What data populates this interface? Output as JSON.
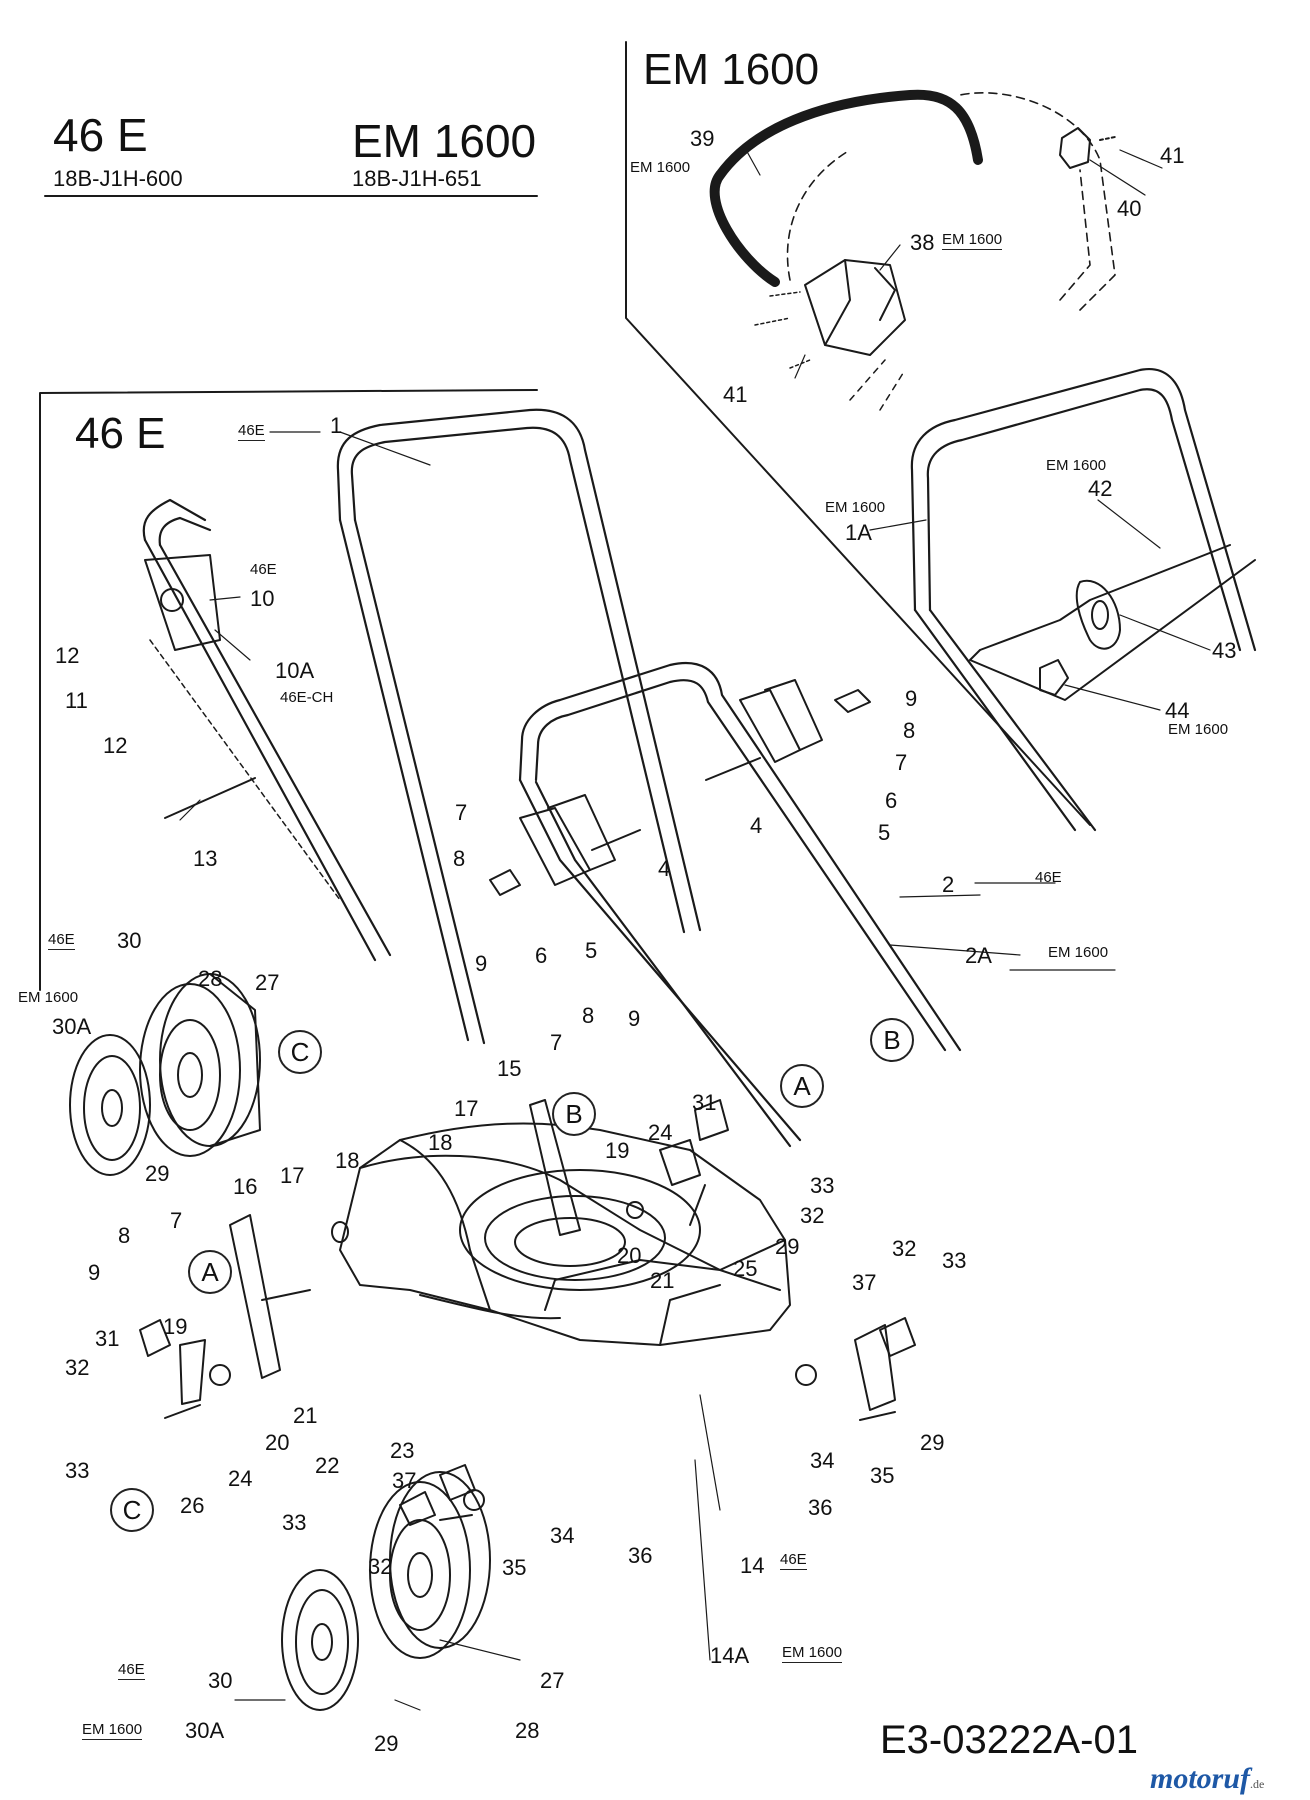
{
  "header": {
    "model_a": "46 E",
    "model_a_code": "18B-J1H-600",
    "model_b": "EM 1600",
    "model_b_code": "18B-J1H-651"
  },
  "inset_em1600": {
    "title": "EM 1600"
  },
  "inset_46e": {
    "title": "46 E"
  },
  "circle_refs": [
    "A",
    "B",
    "C"
  ],
  "drawing_code": "E3-03222A-01",
  "watermark": {
    "name": "motoruf",
    "suffix": ".de",
    "color": "#1e58a6"
  },
  "callouts": [
    {
      "id": "c39",
      "text": "39"
    },
    {
      "id": "c39n",
      "text": "EM 1600"
    },
    {
      "id": "c41a",
      "text": "41"
    },
    {
      "id": "c40",
      "text": "40"
    },
    {
      "id": "c38",
      "text": "38"
    },
    {
      "id": "c38n",
      "text": "EM 1600"
    },
    {
      "id": "c41b",
      "text": "41"
    },
    {
      "id": "c46e1",
      "text": "46E"
    },
    {
      "id": "c1",
      "text": "1"
    },
    {
      "id": "c1an",
      "text": "EM 1600"
    },
    {
      "id": "c1a",
      "text": "1A"
    },
    {
      "id": "c42n",
      "text": "EM 1600"
    },
    {
      "id": "c42",
      "text": "42"
    },
    {
      "id": "c43",
      "text": "43"
    },
    {
      "id": "c44",
      "text": "44"
    },
    {
      "id": "c44n",
      "text": "EM 1600"
    },
    {
      "id": "c46e10",
      "text": "46E"
    },
    {
      "id": "c10",
      "text": "10"
    },
    {
      "id": "c12a",
      "text": "12"
    },
    {
      "id": "c11",
      "text": "11"
    },
    {
      "id": "c10a",
      "text": "10A"
    },
    {
      "id": "c10an",
      "text": "46E-CH"
    },
    {
      "id": "c12b",
      "text": "12"
    },
    {
      "id": "c13",
      "text": "13"
    },
    {
      "id": "c9r",
      "text": "9"
    },
    {
      "id": "c8r",
      "text": "8"
    },
    {
      "id": "c7r",
      "text": "7"
    },
    {
      "id": "c6r",
      "text": "6"
    },
    {
      "id": "c5r",
      "text": "5"
    },
    {
      "id": "c4r",
      "text": "4"
    },
    {
      "id": "c7l",
      "text": "7"
    },
    {
      "id": "c8l",
      "text": "8"
    },
    {
      "id": "c4l",
      "text": "4"
    },
    {
      "id": "c9l",
      "text": "9"
    },
    {
      "id": "c6l",
      "text": "6"
    },
    {
      "id": "c5l",
      "text": "5"
    },
    {
      "id": "c2",
      "text": "2"
    },
    {
      "id": "c2n",
      "text": "46E"
    },
    {
      "id": "c2a",
      "text": "2A"
    },
    {
      "id": "c2an",
      "text": "EM 1600"
    },
    {
      "id": "c30n",
      "text": "46E"
    },
    {
      "id": "c30",
      "text": "30"
    },
    {
      "id": "c30an",
      "text": "EM 1600"
    },
    {
      "id": "c30a",
      "text": "30A"
    },
    {
      "id": "c28",
      "text": "28"
    },
    {
      "id": "c27",
      "text": "27"
    },
    {
      "id": "c29",
      "text": "29"
    },
    {
      "id": "c8m",
      "text": "8"
    },
    {
      "id": "c9m",
      "text": "9"
    },
    {
      "id": "c7m",
      "text": "7"
    },
    {
      "id": "c15",
      "text": "15"
    },
    {
      "id": "c17m",
      "text": "17"
    },
    {
      "id": "c18m",
      "text": "18"
    },
    {
      "id": "c31m",
      "text": "31"
    },
    {
      "id": "c19m",
      "text": "19"
    },
    {
      "id": "c24m",
      "text": "24"
    },
    {
      "id": "c33m",
      "text": "33"
    },
    {
      "id": "c32m",
      "text": "32"
    },
    {
      "id": "c29m",
      "text": "29"
    },
    {
      "id": "c20m",
      "text": "20"
    },
    {
      "id": "c25",
      "text": "25"
    },
    {
      "id": "c21m",
      "text": "21"
    },
    {
      "id": "c18",
      "text": "18"
    },
    {
      "id": "c16",
      "text": "16"
    },
    {
      "id": "c17",
      "text": "17"
    },
    {
      "id": "c8b",
      "text": "8"
    },
    {
      "id": "c7b",
      "text": "7"
    },
    {
      "id": "c9b",
      "text": "9"
    },
    {
      "id": "c19b",
      "text": "19"
    },
    {
      "id": "c31b",
      "text": "31"
    },
    {
      "id": "c32b",
      "text": "32"
    },
    {
      "id": "c21b",
      "text": "21"
    },
    {
      "id": "c20b",
      "text": "20"
    },
    {
      "id": "c24b",
      "text": "24"
    },
    {
      "id": "c33b",
      "text": "33"
    },
    {
      "id": "c26",
      "text": "26"
    },
    {
      "id": "c22",
      "text": "22"
    },
    {
      "id": "c23",
      "text": "23"
    },
    {
      "id": "c32r",
      "text": "32"
    },
    {
      "id": "c33r",
      "text": "33"
    },
    {
      "id": "c37r",
      "text": "37"
    },
    {
      "id": "c29r",
      "text": "29"
    },
    {
      "id": "c34r",
      "text": "34"
    },
    {
      "id": "c35r",
      "text": "35"
    },
    {
      "id": "c36r",
      "text": "36"
    },
    {
      "id": "c36b",
      "text": "36"
    },
    {
      "id": "c14",
      "text": "14"
    },
    {
      "id": "c14n",
      "text": "46E"
    },
    {
      "id": "c14a",
      "text": "14A"
    },
    {
      "id": "c14an",
      "text": "EM 1600"
    },
    {
      "id": "c37b",
      "text": "37"
    },
    {
      "id": "c34b",
      "text": "34"
    },
    {
      "id": "c33c",
      "text": "33"
    },
    {
      "id": "c35b",
      "text": "35"
    },
    {
      "id": "c32c",
      "text": "32"
    },
    {
      "id": "c27b",
      "text": "27"
    },
    {
      "id": "c30bn",
      "text": "46E"
    },
    {
      "id": "c30b",
      "text": "30"
    },
    {
      "id": "c30abn",
      "text": "EM 1600"
    },
    {
      "id": "c30ab",
      "text": "30A"
    },
    {
      "id": "c29b",
      "text": "29"
    },
    {
      "id": "c28b",
      "text": "28"
    }
  ]
}
